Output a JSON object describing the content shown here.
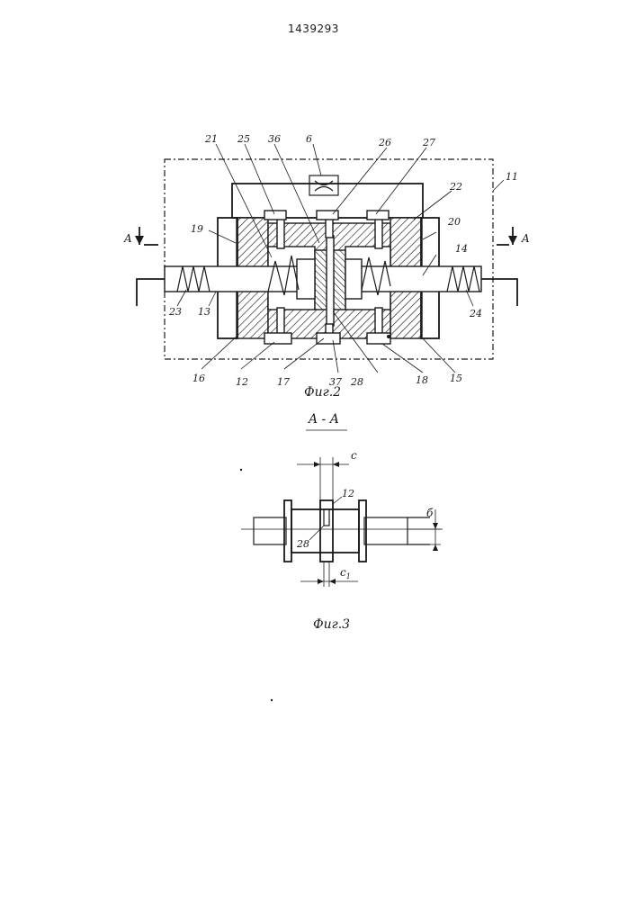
{
  "document": {
    "number": "1439293"
  },
  "figure2": {
    "caption": "Фиг.2",
    "section_marks": {
      "left": "A",
      "right": "A"
    },
    "labels": {
      "l6": "6",
      "l11": "11",
      "l12": "12",
      "l13": "13",
      "l14": "14",
      "l15": "15",
      "l16": "16",
      "l17": "17",
      "l18": "18",
      "l19": "19",
      "l20": "20",
      "l21": "21",
      "l22": "22",
      "l23": "23",
      "l24": "24",
      "l25": "25",
      "l26": "26",
      "l27": "27",
      "l28": "28",
      "l36": "36",
      "l37": "37"
    }
  },
  "figure3": {
    "title": "A - A",
    "caption": "Фиг.3",
    "labels": {
      "c": "c",
      "c1": "c",
      "c1_sub": "1",
      "b": "б",
      "l12": "12",
      "l28": "28"
    }
  }
}
